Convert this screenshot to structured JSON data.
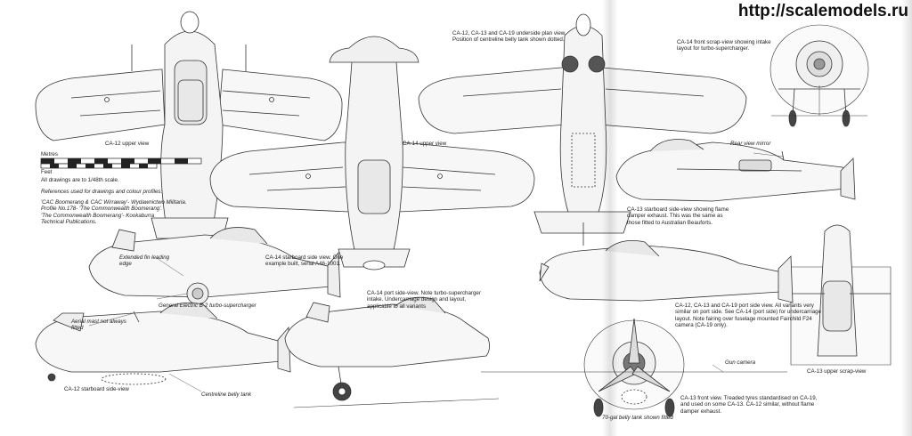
{
  "watermark": "http://scalemodels.ru",
  "scale": {
    "metres_label": "Metres",
    "feet_label": "Feet",
    "note": "All drawings are to 1/48th scale."
  },
  "references": {
    "heading": "References used for drawings and colour profiles:",
    "items": [
      "'CAC Boomerang & CAC Wirraway'- Wydawnictwo Militaria.",
      "Profile No.178- 'The Commonwealth Boomerang'.",
      "'The Commonwealth Boomerang'- Kookaburra",
      "Technical Publications."
    ]
  },
  "captions": {
    "ca12_upper": "CA-12 upper view",
    "ca14_upper": "CA-14 upper view",
    "underside": "CA-12, CA-13 and CA-19 underside plan view. Position of centreline belly tank shown dotted.",
    "ca14_front": "CA-14 front scrap-view showing intake layout for turbo-supercharger.",
    "rear_mirror": "Rear view mirror",
    "ca13_side": "CA-13 starboard side-view showing flame damper exhaust. This was the same as those fitted to Australian Beauforts.",
    "extended_fin": "Extended fin leading edge",
    "ca14_starboard": "CA-14 starboard side view. One example built, serial A46-1001.",
    "turbo": "General Electric B-2 turbo-supercharger",
    "ca14_port": "CA-14 port side-view. Note turbo-supercharger intake. Undercarriage design and layout, applicable to all variants",
    "ca12_ca13_ca19_port": "CA-12, CA-13 and CA-19 port side view. All variants very similar on port side. See CA-14 (port side) for undercarriage layout. Note fairing over fuselage mounted Fairchild F24 camera (CA-19 only).",
    "aerial_mast": "Aerial mast not always fitted",
    "ca12_side": "CA-12 starboard side-view",
    "belly_tank": "Centreline belly tank",
    "gun_camera": "Gun camera",
    "ca13_upper_scrap": "CA-13 upper scrap-view",
    "ca13_front": "CA-13 front view. Treaded tyres standardised on CA-19, and used on some CA-13. CA-12 similar, without flame damper exhaust.",
    "belly_tank_fitted": "70-gal belly tank shown fitted"
  }
}
